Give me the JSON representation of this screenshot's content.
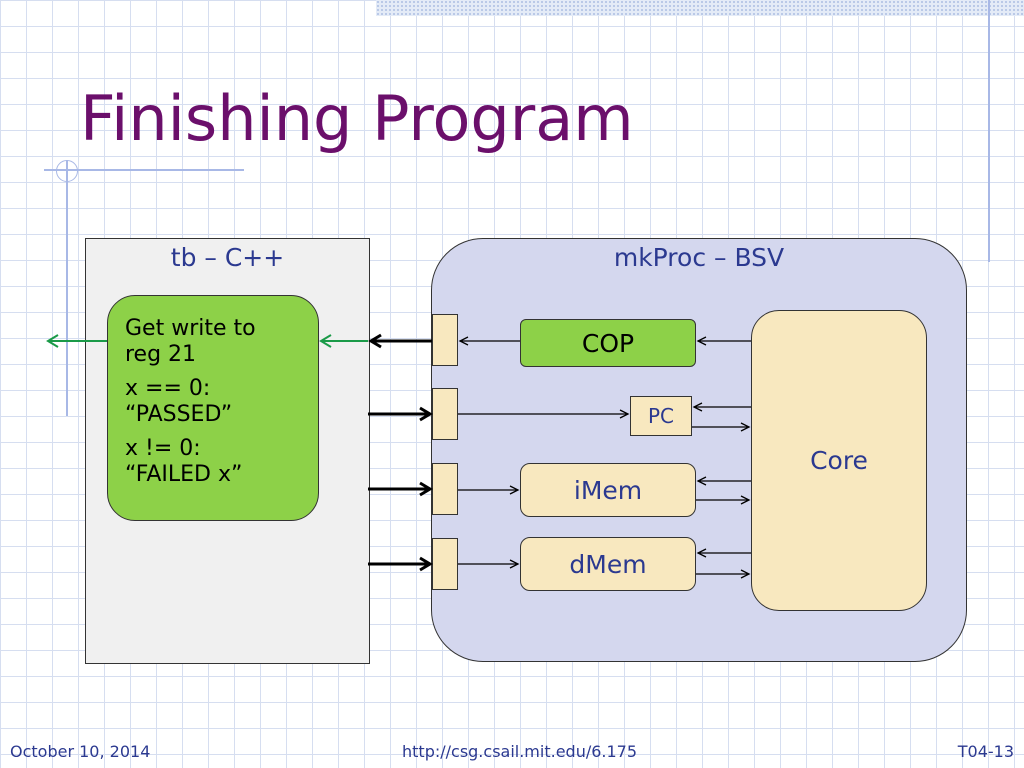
{
  "slide": {
    "title": "Finishing Program",
    "footer": {
      "date": "October 10, 2014",
      "url": "http://csg.csail.mit.edu/6.175",
      "slide_number": "T04-13"
    }
  },
  "diagram": {
    "tb_box": {
      "title": "tb – C++"
    },
    "testbench_logic": {
      "lines": [
        "Get write to\nreg 21",
        "x == 0:\n“PASSED”",
        "x != 0:\n“FAILED x”"
      ]
    },
    "proc_box": {
      "title": "mkProc – BSV"
    },
    "modules": {
      "cop": "COP",
      "pc": "PC",
      "imem": "iMem",
      "dmem": "dMem",
      "core": "Core"
    }
  },
  "colors": {
    "title": "#6b0f6b",
    "text_blue": "#2b3990",
    "green": "#8dd148",
    "tan": "#f8e8bf",
    "lavender": "#d4d7ee",
    "arrow_green": "#1a9a48"
  }
}
